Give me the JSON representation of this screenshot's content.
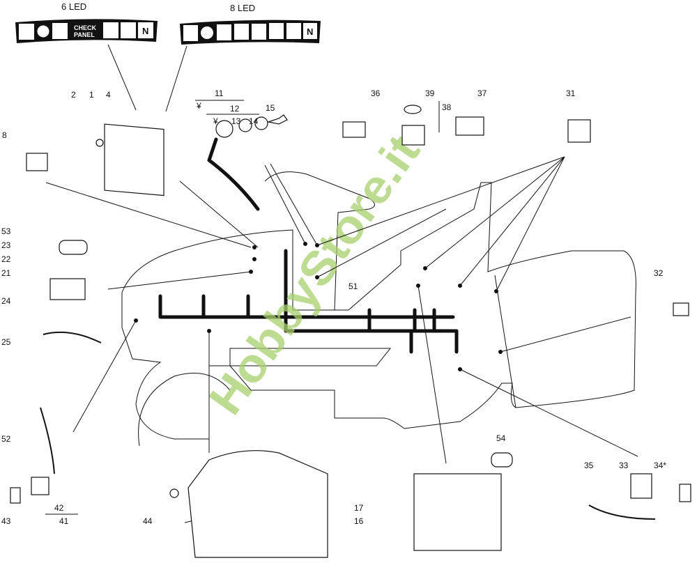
{
  "title_6led": "6 LED",
  "title_8led": "8 LED",
  "check_panel_line1": "CHECK",
  "check_panel_line2": "PANEL",
  "neutral_indicator": "N",
  "watermark": "HobbyStore.it",
  "labels": {
    "p1": "1",
    "p2": "2",
    "p4": "4",
    "p8": "8",
    "p11": "11",
    "p12": "12",
    "p13": "13",
    "p14": "14",
    "p15": "15",
    "yen1": "¥",
    "yen2": "¥",
    "p36": "36",
    "p39": "39",
    "p38": "38",
    "p37": "37",
    "p31": "31",
    "p32": "32",
    "p53": "53",
    "p23": "23",
    "p22": "22",
    "p21": "21",
    "p24": "24",
    "p25": "25",
    "p51": "51",
    "p52": "52",
    "p43": "43",
    "p42": "42",
    "p41": "41",
    "p44": "44",
    "p54": "54",
    "p17": "17",
    "p16": "16",
    "p35": "35",
    "p33": "33",
    "p34": "34*"
  },
  "icons": {
    "led_6": [
      "seat-lift-icon",
      "parking-brake-icon",
      "seat-icon",
      "check-panel",
      "grass-bag-icon",
      "battery-icon",
      "neutral-icon"
    ],
    "led_8": [
      "seat-lift-icon",
      "parking-brake-icon",
      "seat-icon",
      "fuel-icon",
      "oil-icon",
      "grass-bag-icon",
      "battery-icon",
      "neutral-icon"
    ]
  },
  "colors": {
    "watermark": "#a9cf6e",
    "ink": "#111111"
  }
}
